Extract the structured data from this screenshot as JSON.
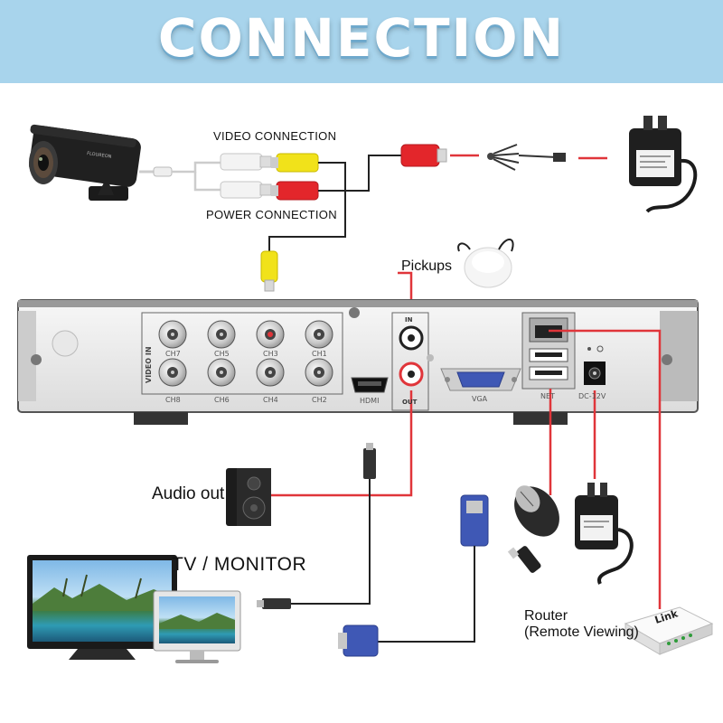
{
  "title": "CONNECTION",
  "labels": {
    "video_connection": "VIDEO CONNECTION",
    "power_connection": "POWER CONNECTION",
    "pickups": "Pickups",
    "audio_out": "Audio out",
    "tv_monitor": "TV / MONITOR",
    "router_line1": "Router",
    "router_line2": "(Remote Viewing)"
  },
  "dvr": {
    "video_in": "VIDEO IN",
    "channels_top": [
      "CH7",
      "CH5",
      "CH3",
      "CH1"
    ],
    "channels_bottom": [
      "CH8",
      "CH6",
      "CH4",
      "CH2"
    ],
    "audio_in": "IN",
    "audio_out": "OUT",
    "hdmi": "HDMI",
    "vga": "VGA",
    "net": "NET",
    "power": "DC-12V"
  },
  "device_marks": {
    "camera_brand": "FLOUREON",
    "router_brand": "Link"
  },
  "colors": {
    "banner": "#a8d4ec",
    "wire": "#e0353a",
    "cable": "#222222",
    "vga_blue": "#3f58b5"
  }
}
